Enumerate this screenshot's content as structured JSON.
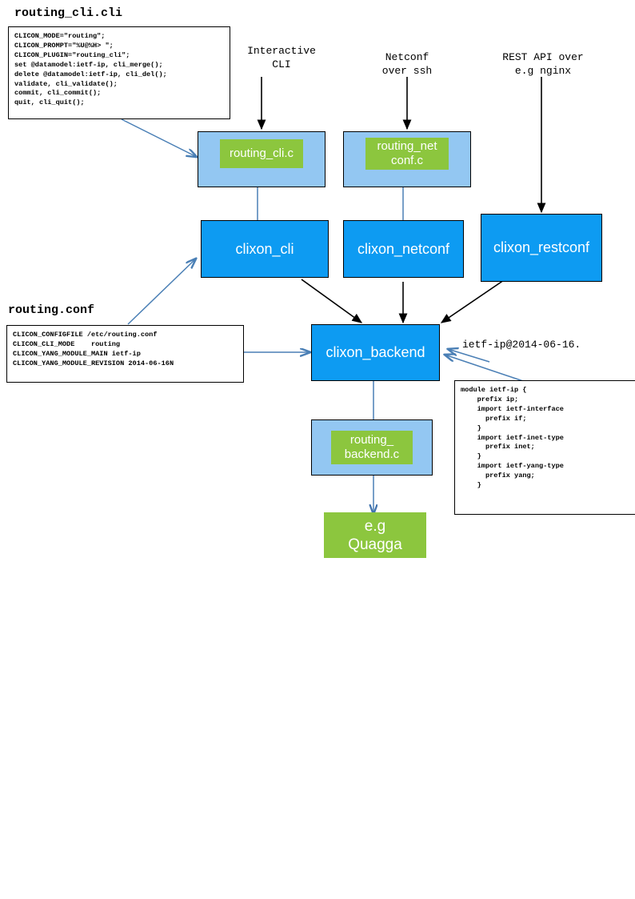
{
  "diagram": {
    "title_cli_file": "routing_cli.cli",
    "title_conf_file": "routing.conf",
    "yang_file_label": "ietf-ip@2014-06-16.",
    "cli_spec_code": "CLICON_MODE=\"routing\";\nCLICON_PROMPT=\"%U@%H> \";\nCLICON_PLUGIN=\"routing_cli\";\nset @datamodel:ietf-ip, cli_merge();\ndelete @datamodel:ietf-ip, cli_del();\nvalidate, cli_validate();\ncommit, cli_commit();\nquit, cli_quit();",
    "conf_code": "CLICON_CONFIGFILE /etc/routing.conf\nCLICON_CLI_MODE    routing\nCLICON_YANG_MODULE_MAIN ietf-ip\nCLICON_YANG_MODULE_REVISION 2014-06-16N",
    "yang_code": "module ietf-ip {\n    prefix ip;\n    import ietf-interface\n      prefix if;\n    }\n    import ietf-inet-type\n      prefix inet;\n    }\n    import ietf-yang-type\n      prefix yang;\n    }",
    "input_labels": [
      {
        "id": "interactive-cli",
        "text": "Interactive\nCLI"
      },
      {
        "id": "netconf-over-ssh",
        "text": "Netconf\nover ssh"
      },
      {
        "id": "rest-api-nginx",
        "text": "REST API over\ne.g nginx"
      }
    ],
    "plugin_nodes": [
      {
        "id": "routing-cli-c",
        "label": "routing_cli.c"
      },
      {
        "id": "routing-netconf-c",
        "label": "routing_net\nconf.c"
      }
    ],
    "daemon_nodes": [
      {
        "id": "clixon-cli",
        "label": "clixon_cli"
      },
      {
        "id": "clixon-netconf",
        "label": "clixon_netconf"
      },
      {
        "id": "clixon-restconf",
        "label": "clixon_restconf"
      }
    ],
    "backend_node": {
      "id": "clixon-backend",
      "label": "clixon_backend"
    },
    "backend_plugin_node": {
      "id": "routing-backend-c",
      "label": "routing_\nbackend.c"
    },
    "routing_daemon_node": {
      "id": "quagga",
      "label": "e.g\nQuagga"
    },
    "colors": {
      "daemon_blue": "#0d9bf2",
      "plugin_container_blue": "#93c7f2",
      "plugin_green": "#8cc63e",
      "config_arrow": "#4a7fb5",
      "flow_arrow": "#000000",
      "box_border": "#000000"
    }
  }
}
